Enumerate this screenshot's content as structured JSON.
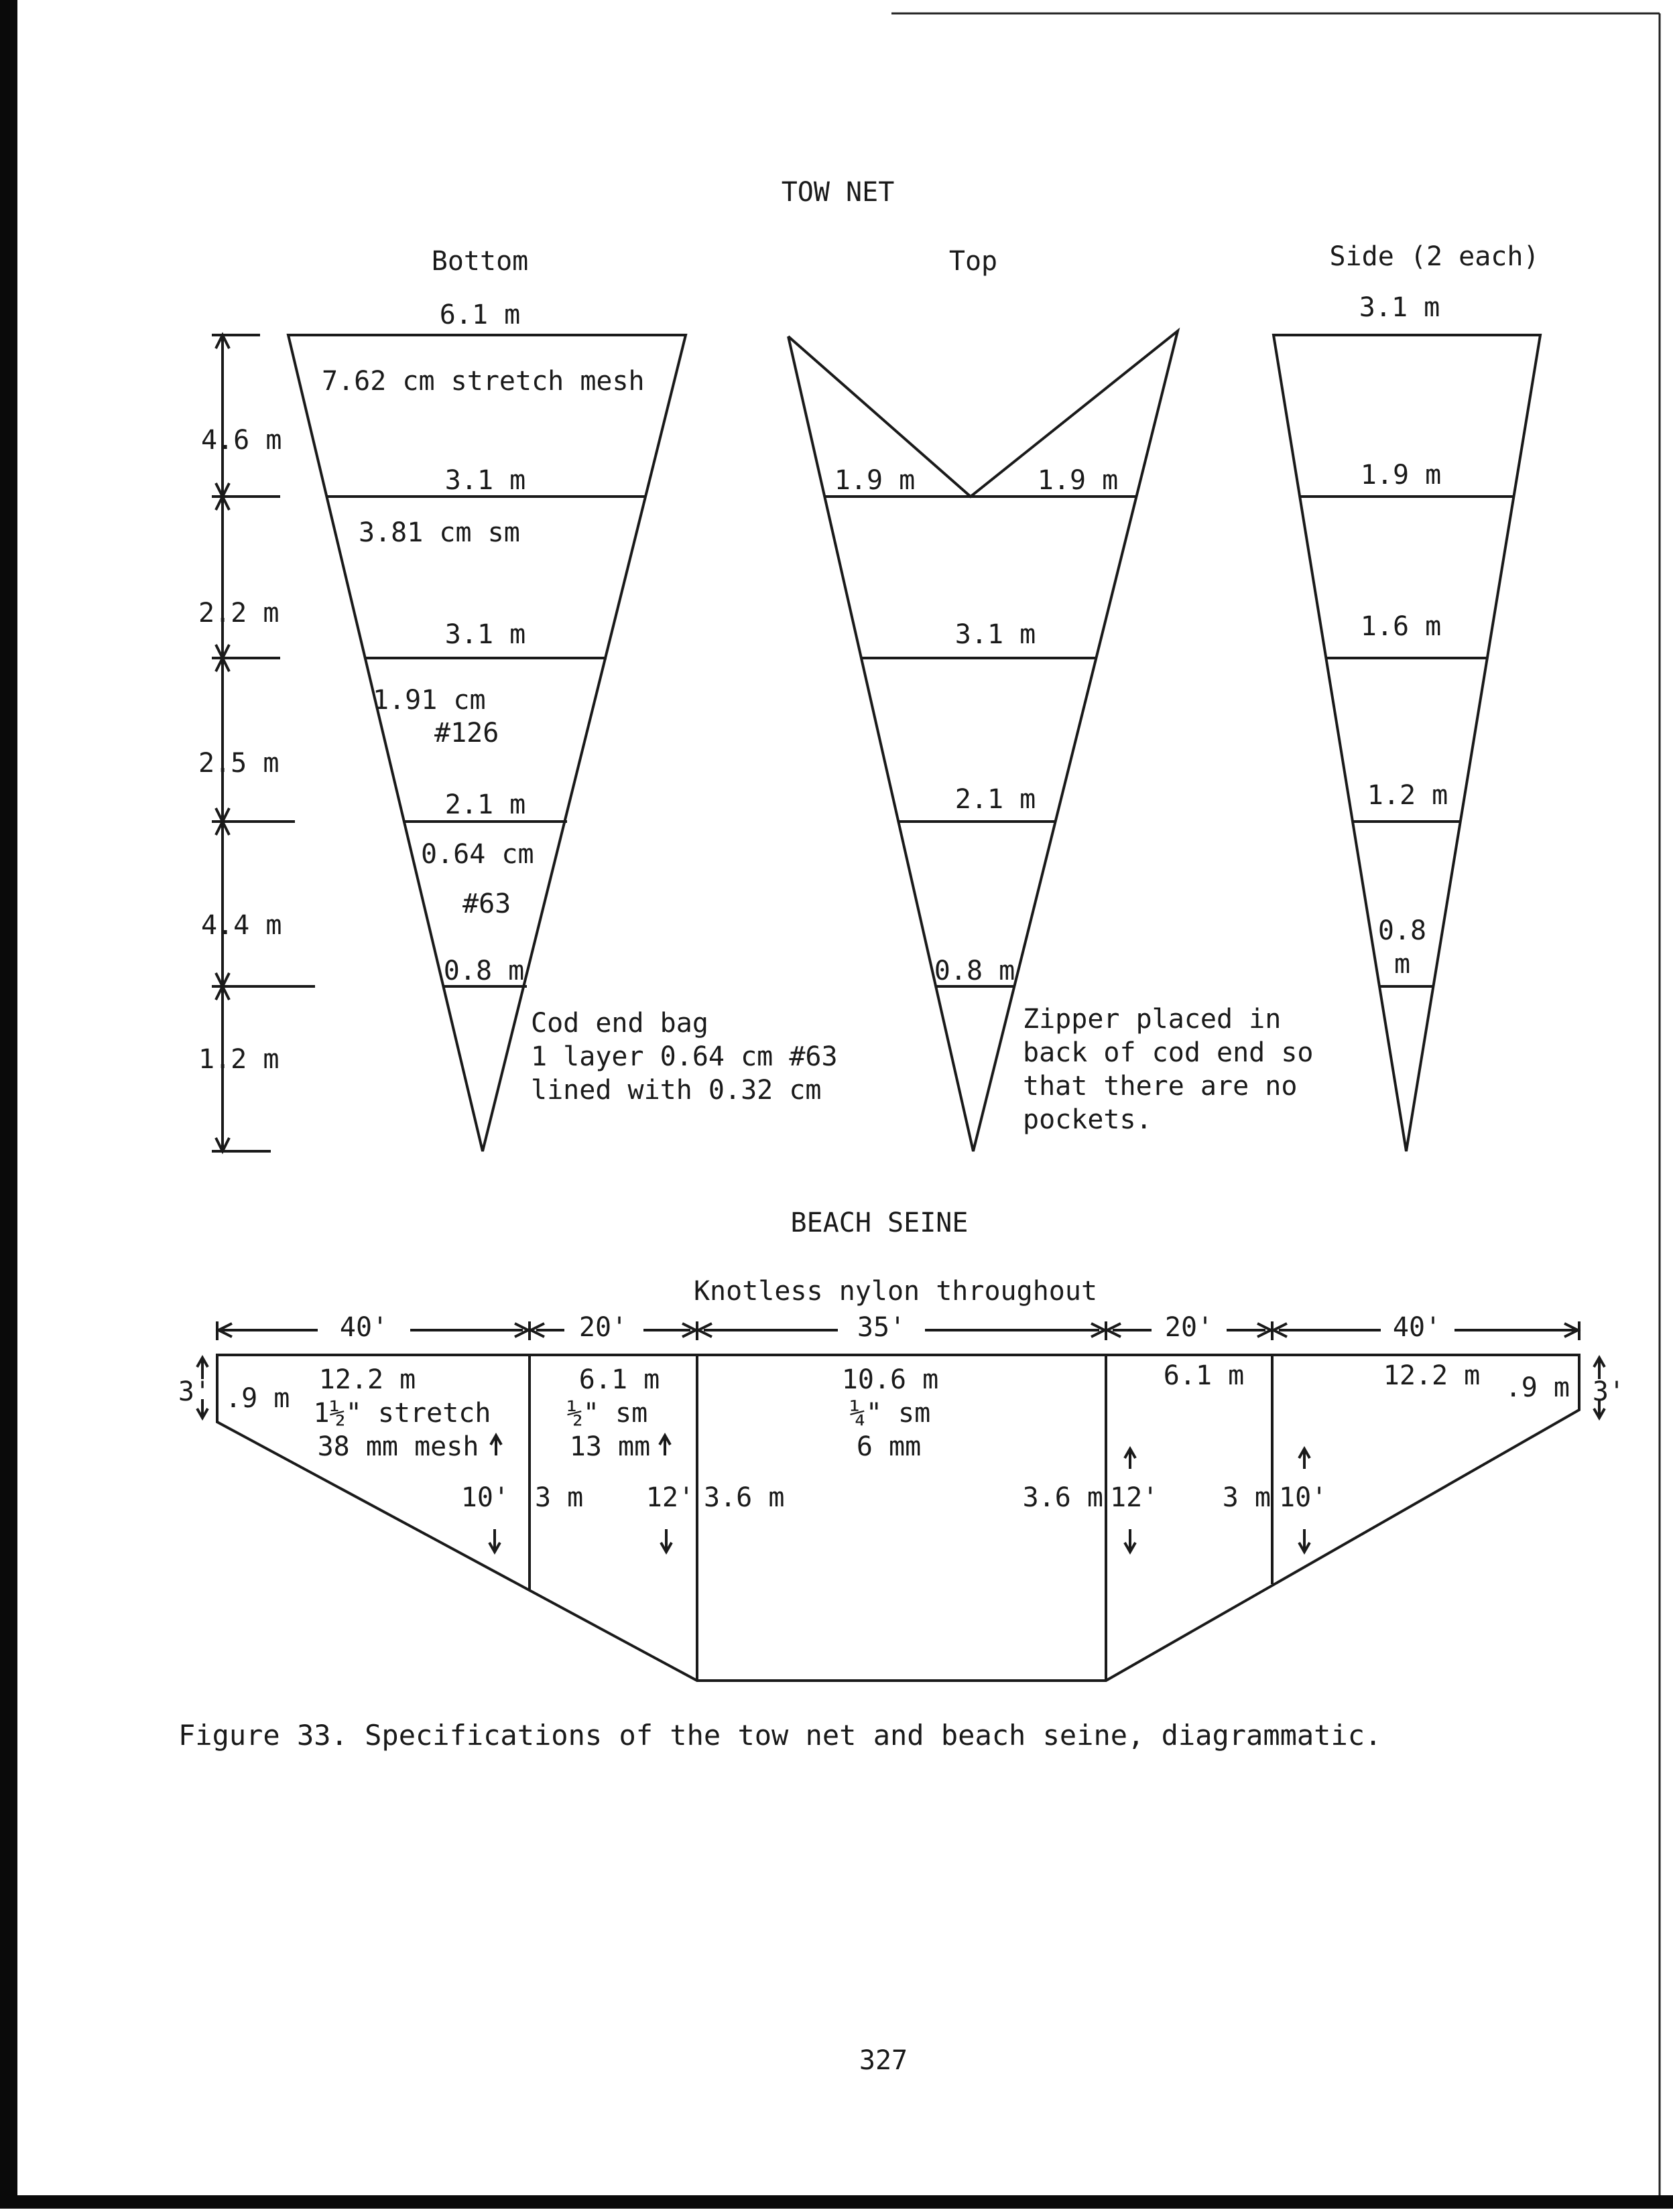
{
  "tow_net": {
    "title": "TOW NET",
    "bottom": {
      "label": "Bottom",
      "widths": [
        "6.1 m",
        "3.1 m",
        "3.1 m",
        "2.1 m",
        "0.8 m"
      ],
      "mesh": {
        "section1": "7.62 cm stretch mesh",
        "section2": "3.81 cm sm",
        "section3_line1": "1.91 cm",
        "section3_line2": "#126",
        "section4_line1": "0.64 cm",
        "section4_line2": "#63"
      },
      "lengths": [
        "4.6 m",
        "2.2 m",
        "2.5 m",
        "4.4 m",
        "1.2 m"
      ],
      "cod_end": [
        "Cod end bag",
        "1 layer 0.64 cm #63",
        "lined with 0.32 cm"
      ]
    },
    "top": {
      "label": "Top",
      "widths": {
        "left_top": "1.9 m",
        "right_top": "1.9 m",
        "w2": "3.1 m",
        "w3": "2.1 m",
        "w4": "0.8 m"
      },
      "note": [
        "Zipper placed in",
        "back of cod end so",
        "that there are no",
        "pockets."
      ]
    },
    "side": {
      "label": "Side (2 each)",
      "widths": [
        "3.1 m",
        "1.9 m",
        "1.6 m",
        "1.2 m"
      ],
      "last_width": [
        "0.8",
        "m"
      ]
    }
  },
  "beach_seine": {
    "title": "BEACH SEINE",
    "subtitle": "Knotless nylon throughout",
    "span_labels": [
      "40'",
      "20'",
      "35'",
      "20'",
      "40'"
    ],
    "left_edge": {
      "ft": "3'",
      "m": ".9 m"
    },
    "right_edge": {
      "ft": "3'",
      "m": ".9 m"
    },
    "panels": {
      "p1": [
        "12.2 m",
        "1½\" stretch",
        "38 mm  mesh"
      ],
      "p2": [
        "6.1 m",
        "½\"  sm",
        "13 mm"
      ],
      "p3": [
        "10.6 m",
        "¼\"  sm",
        "6  mm"
      ],
      "p4": [
        "6.1 m"
      ],
      "p5": [
        "12.2 m"
      ]
    },
    "depths": {
      "d1_ft": "10'",
      "d1_m": "3 m",
      "d2_ft": "12'",
      "d2_m": "3.6 m",
      "d3_m": "3.6 m",
      "d3_ft": "12'",
      "d4_m": "3 m",
      "d4_ft": "10'"
    }
  },
  "caption": "Figure 33.  Specifications of the tow net and beach seine, diagrammatic.",
  "page_number": "327"
}
